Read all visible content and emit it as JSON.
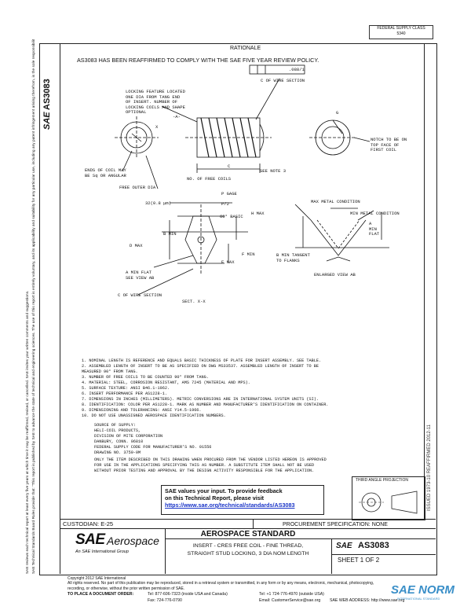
{
  "header": {
    "status_box": [
      "FEDERAL SUPPLY CLASS",
      "5340"
    ],
    "rationale_title": "RATIONALE",
    "rationale_text": "AS3083 HAS BEEN REAFFIRMED TO COMPLY WITH THE SAE FIVE YEAR REVIEW POLICY."
  },
  "left_strip": {
    "logo": "SAE",
    "doc_id": "AS3083",
    "legal_line1": "SAE Technical Standards Board Rules provide that: \"This report is published by SAE to advance the state of technical and engineering sciences. The use of this report is entirely voluntary, and its applicability and suitability for any particular use, including any patent infringement arising therefrom, is the sole responsibility of the user.\"",
    "legal_line2": "SAE reviews each technical report at least every five years at which time it may be reaffirmed, revised, or cancelled. SAE invites your written comments and suggestions."
  },
  "right_col": {
    "stamp": "ISSUED 1973-10   REAFFIRMED 2012-11"
  },
  "drawing": {
    "callouts": {
      "locking_feature": [
        "LOCKING FEATURE LOCATED",
        "ONE DIA FROM TANG END",
        "OF INSERT. NUMBER OF",
        "LOCKING COILS AND SHAPE",
        "OPTIONAL"
      ],
      "datum": "-A-",
      "tolerance": ".088/1",
      "wire_section_top": "C OF WIRE SECTION",
      "notch": [
        "NOTCH TO BE ON",
        "TOP FACE OF",
        "FIRST COIL"
      ],
      "ends_of_coil": [
        "ENDS OF COIL MAY",
        "BE Sq OR ANGULAR"
      ],
      "free_outer_dia": "FREE OUTER DIA",
      "no_free_coils": "NO. OF FREE COILS",
      "see_note_3": "SEE NOTE 3",
      "dim_c": "C",
      "dim_x": "X",
      "dim_g": "G",
      "p_gage": "P GAGE",
      "p_half": "P/2",
      "finish": "32(0.8 μm)",
      "sixty_basic": "60° BASIC",
      "h_max": "H MAX",
      "d_max": "D MAX",
      "b_min": "B MIN",
      "e_max": "E MAX",
      "f_min": "F MIN",
      "a_min_flat": [
        "A MIN FLAT",
        "SEE VIEW AB"
      ],
      "wire_section_bottom": "C OF WIRE SECTION",
      "sect": "SECT. X-X",
      "max_metal": "MAX METAL CONDITION",
      "min_metal": "MIN METAL CONDITION",
      "a_min_flat_2": [
        "A",
        "MIN",
        "FLAT"
      ],
      "b_min_tangent": [
        "B MIN TANGENT",
        "TO FLANKS"
      ],
      "enlarged": "ENLARGED VIEW AB"
    }
  },
  "notes": [
    "1.  NOMINAL LENGTH IS REFERENCE AND EQUALS BASIC THICKNESS OF PLATE FOR INSERT ASSEMBLY.  SEE TABLE.",
    "2.  ASSEMBLED LENGTH OF INSERT TO BE AS SPECIFIED ON DWG MS33537.  ASSEMBLED LENGTH OF INSERT TO BE",
    "    MEASURED 90° FROM TANG.",
    "3.  NUMBER OF FREE COILS TO BE COUNTED 90° FROM TANG.",
    "4.  MATERIAL:  STEEL, CORROSION RESISTANT, AMS 7245 (MATERIAL AND MPS).",
    "5.  SURFACE TEXTURE:  ANSI B46.1-1962.",
    "6.  INSERT PERFORMANCE PER AS1228-1.",
    "7.  DIMENSIONS IN INCHES (MILLIMETERS).  METRIC CONVERSIONS ARE IN INTERNATIONAL SYSTEM UNITS (SI).",
    "8.  IDENTIFICATION:  COLOR PER AS1228-1.  MARK AS NUMBER AND MANUFACTURER'S IDENTIFICATION ON CONTAINER.",
    "9.  DIMENSIONING AND TOLERANCING:  ANSI Y14.5-1966.",
    "10. DO NOT USE UNASSIGNED AEROSPACE IDENTIFICATION NUMBERS."
  ],
  "supply": [
    "SOURCE OF SUPPLY:",
    "HELI-COIL PRODUCTS,",
    "DIVISION OF MITE CORPORATION",
    "DANBURY, CONN. 06810",
    "FEDERAL SUPPLY CODE FOR MANUFACTURER'S NO. 01556",
    "DRAWING NO. 3759-0M"
  ],
  "approval": [
    "ONLY THE ITEM DESCRIBED ON THIS DRAWING WHEN PROCURED FROM THE VENDOR LISTED HEREON IS APPROVED",
    "FOR USE IN THE APPLICATIONS SPECIFYING THIS AS NUMBER.  A SUBSTITUTE ITEM SHALL NOT BE USED",
    "WITHOUT PRIOR TESTING AND APPROVAL BY THE DESIGN ACTIVITY RESPONSIBLE FOR THE APPLICATION."
  ],
  "projection": "THIRD ANGLE PROJECTION",
  "feedback": {
    "line1": "SAE values your input. To provide feedback",
    "line2": "on this Technical Report, please visit",
    "link": "https://www.sae.org/technical/standards/AS3083"
  },
  "title_block": {
    "custodian": "CUSTODIAN:  E-25",
    "procurement": "PROCUREMENT SPECIFICATION: NONE",
    "logo_sae": "SAE",
    "logo_aero": "Aerospace",
    "logo_tag": "An SAE International Group",
    "standard": "AEROSPACE STANDARD",
    "title_line1": "INSERT - CRES FREE COIL - FINE THREAD,",
    "title_line2": "STRAIGHT STUD LOCKING, 3 DIA NOM LENGTH",
    "sae_small": "SAE",
    "doc_number": "AS3083",
    "sheet": "SHEET 1 OF 2"
  },
  "footer": {
    "copyright": "Copyright 2012 SAE International",
    "rights": "All rights reserved. No part of this publication may be reproduced, stored in a retrieval system or transmitted, in any form or by any means, electronic, mechanical, photocopying,",
    "rights2": "recording, or otherwise, without the prior written permission of SAE.",
    "order_label": "TO PLACE A DOCUMENT ORDER:",
    "tel": "Tel: 877-606-7323 (inside USA and Canada)",
    "tel2": "Tel: +1 724-776-4970 (outside USA)",
    "fax": "Fax: 724-776-0790",
    "email": "Email: CustomerService@sae.org",
    "web": "SAE WEB ADDRESS: http://www.sae.org",
    "watermark": "SAE NORM",
    "watermark_sub": "INTERNATIONAL STANDARD"
  }
}
